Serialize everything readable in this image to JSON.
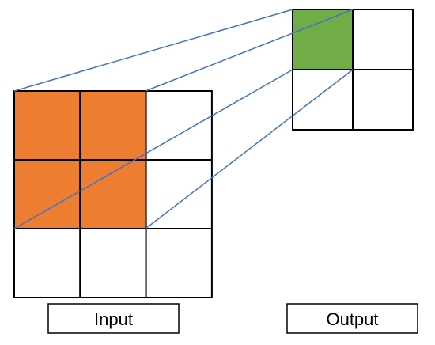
{
  "diagram": {
    "input_label": "Input",
    "output_label": "Output",
    "input_grid": {
      "rows": 3,
      "cols": 3,
      "highlighted": [
        [
          0,
          0
        ],
        [
          0,
          1
        ],
        [
          1,
          0
        ],
        [
          1,
          1
        ]
      ]
    },
    "output_grid": {
      "rows": 2,
      "cols": 2,
      "highlighted": [
        [
          0,
          0
        ]
      ]
    }
  },
  "colors": {
    "input_highlight": "#ed7d31",
    "output_highlight": "#70ad47",
    "projection_line": "#4472c4",
    "grid_stroke": "#000000",
    "background": "#ffffff"
  }
}
